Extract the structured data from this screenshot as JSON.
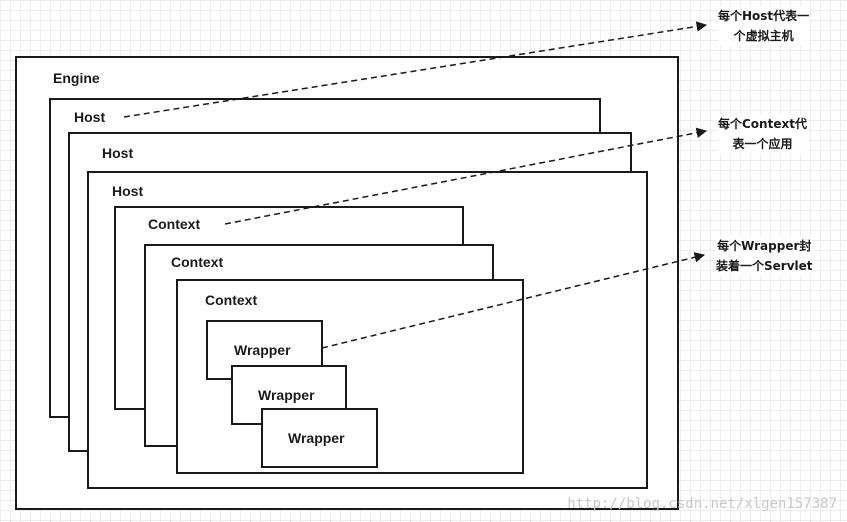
{
  "diagram": {
    "engine_label": "Engine",
    "host_labels": [
      "Host",
      "Host",
      "Host"
    ],
    "context_labels": [
      "Context",
      "Context",
      "Context"
    ],
    "wrapper_labels": [
      "Wrapper",
      "Wrapper",
      "Wrapper"
    ]
  },
  "annotations": {
    "host_note": [
      "每个Host代表一",
      "个虚拟主机"
    ],
    "context_note": [
      "每个Context代",
      "表一个应用"
    ],
    "wrapper_note": [
      "每个Wrapper封",
      "装着一个Servlet"
    ]
  },
  "watermark": "http://blog.csdn.net/xlgen157387"
}
